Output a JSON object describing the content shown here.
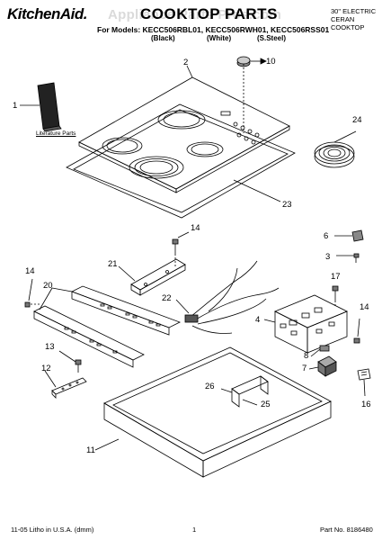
{
  "header": {
    "brand": "KitchenAid.",
    "title": "COOKTOP PARTS",
    "watermark": "Appliance Parts Pros.com",
    "models": "For Models: KECC506RBL01, KECC506RWH01, KECC506RSS01",
    "colors": [
      "(Black)",
      "(White)",
      "(S.Steel)"
    ],
    "type_lines": [
      "30\" ELECTRIC",
      "CERAN",
      "COOKTOP"
    ]
  },
  "labels": {
    "literature": "Literature Parts"
  },
  "callouts": [
    "1",
    "2",
    "10",
    "24",
    "23",
    "14",
    "21",
    "22",
    "6",
    "3",
    "14",
    "20",
    "17",
    "4",
    "14",
    "13",
    "12",
    "8",
    "7",
    "26",
    "25",
    "16",
    "11"
  ],
  "footer": {
    "left": "11-05 Litho in U.S.A. (dmm)",
    "center": "1",
    "right": "Part No. 8186480"
  }
}
